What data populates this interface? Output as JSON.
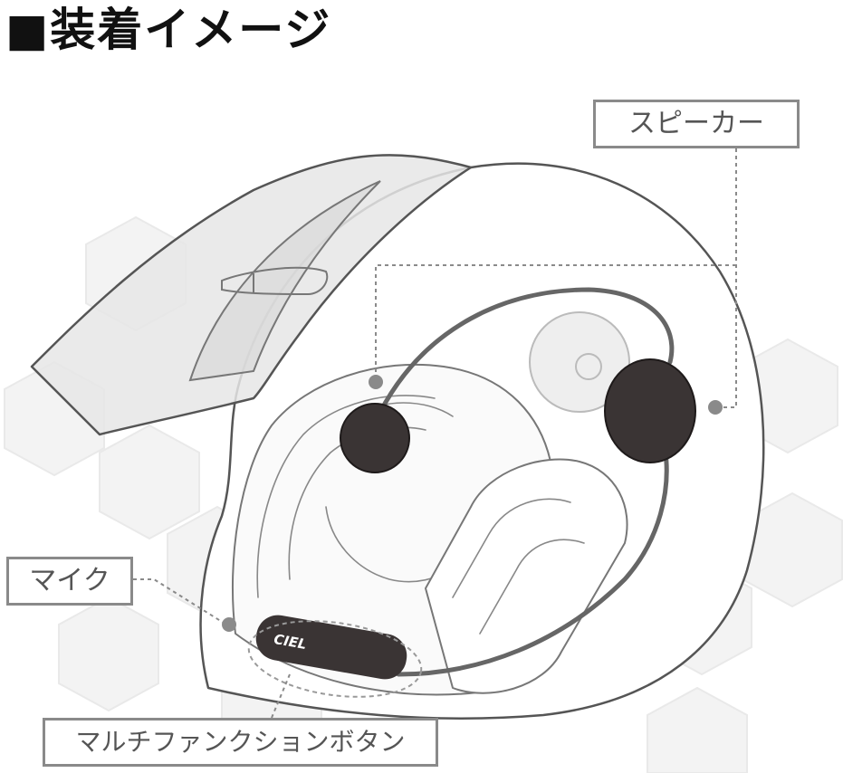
{
  "title": "■装着イメージ",
  "labels": {
    "speaker": "スピーカー",
    "mic": "マイク",
    "multifunction_button": "マルチファンクションボタン"
  },
  "device_logo": "CIEL",
  "colors": {
    "label_border": "#8a8a8a",
    "label_text": "#555555",
    "speaker_fill": "#3a3434",
    "leader_line": "#8a8a8a",
    "helmet_line": "#555555"
  },
  "icons": [
    "helmet-illustration",
    "speaker-left-icon",
    "speaker-right-icon",
    "control-button-icon",
    "hexagon-background"
  ]
}
